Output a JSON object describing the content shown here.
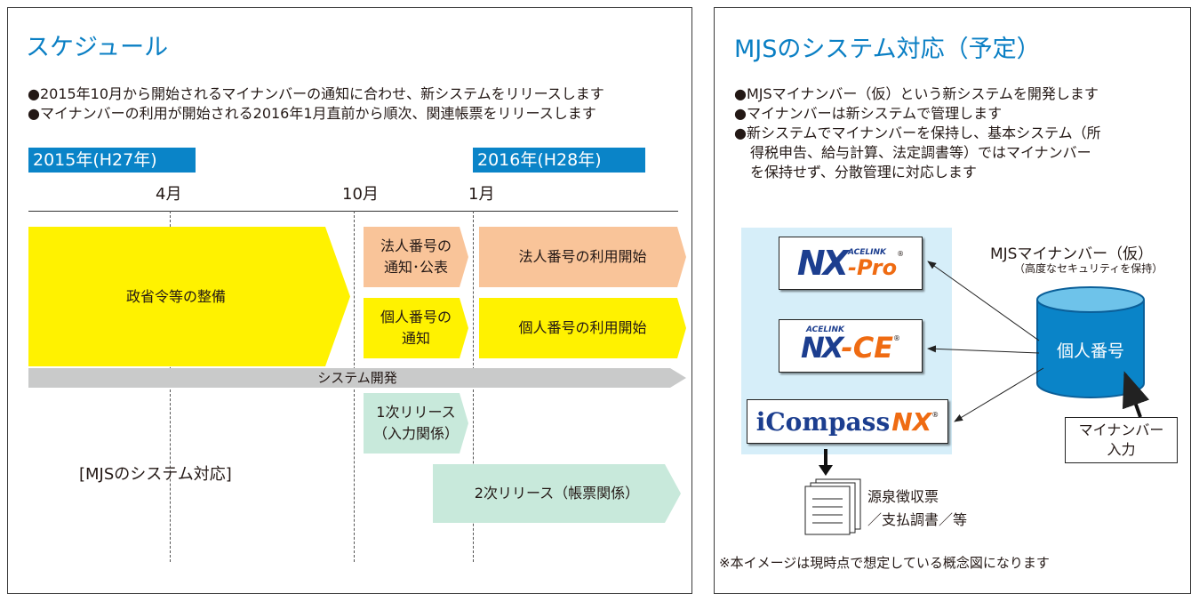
{
  "schedule": {
    "title": "スケジュール",
    "bullets": [
      "●2015年10月から開始されるマイナンバーの通知に合わせ、新システムをリリースします",
      "●マイナンバーの利用が開始される2016年1月直前から順次、関連帳票をリリースします"
    ],
    "year_2015": "2015年(H27年)",
    "year_2016": "2016年(H28年)",
    "months": [
      "4月",
      "10月",
      "1月"
    ],
    "bars": {
      "gov": "政省令等の整備",
      "corp_notice": [
        "法人番号の",
        "通知･公表"
      ],
      "corp_use": "法人番号の利用開始",
      "personal_notice": [
        "個人番号の",
        "通知"
      ],
      "personal_use": "個人番号の利用開始",
      "system_dev": "システム開発",
      "release1": [
        "1次リリース",
        "（入力関係）"
      ],
      "release2": "2次リリース（帳票関係）"
    },
    "mjs_label": "[MJSのシステム対応]"
  },
  "mjs": {
    "title": "MJSのシステム対応（予定）",
    "bullets": [
      "●MJSマイナンバー（仮）という新システムを開発します",
      "●マイナンバーは新システムで管理します",
      "●新システムでマイナンバーを保持し、基本システム（所",
      "得税申告、給与計算、法定調書等）ではマイナンバー",
      "を保持せず、分散管理に対応します"
    ],
    "logos": {
      "nx_pro": {
        "acelink": "ACELINK",
        "nx": "NX",
        "pro": "-Pro",
        "reg": "®"
      },
      "nx_ce": {
        "acelink": "ACELINK",
        "nx": "NX",
        "ce": "-CE",
        "reg": "®"
      },
      "icompass": {
        "i": "i",
        "compass": "Compass",
        "nx": "NX",
        "reg": "®"
      }
    },
    "mynumber_title": "MJSマイナンバー（仮）",
    "mynumber_sub": "（高度なセキュリティを保持）",
    "db_label": "個人番号",
    "input_box": [
      "マイナンバー",
      "入力"
    ],
    "docs": [
      "源泉徴収票",
      "／支払調書／等"
    ],
    "note": "※本イメージは現時点で想定している概念図になります"
  },
  "colors": {
    "accent_blue": "#0a7fc4",
    "year_bar_blue": "#0a84c8",
    "yellow": "#fff200",
    "orange": "#f9c499",
    "green": "#c8e9db",
    "gray": "#c9caca",
    "light_blue_bg": "#d6eef9",
    "db_blue": "#0a84c8"
  }
}
